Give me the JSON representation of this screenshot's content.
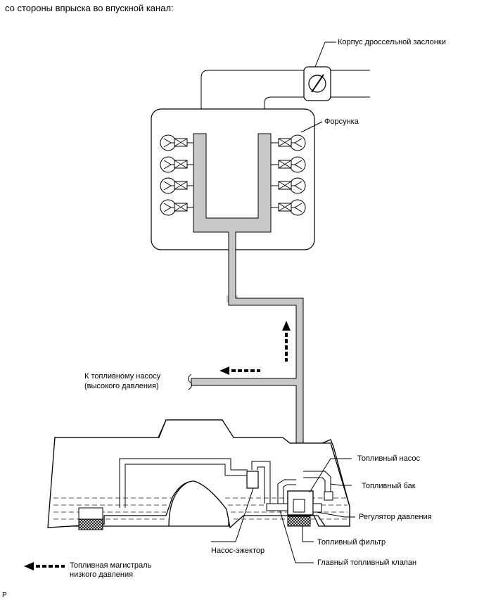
{
  "caption": "со стороны впрыска во впускной канал:",
  "labels": {
    "throttle_body": "Корпус дроссельной заслонки",
    "injector": "Форсунка",
    "to_hp_pump_line1": "К топливному насосу",
    "to_hp_pump_line2": "(высокого давления)",
    "fuel_pump": "Топливный насос",
    "fuel_tank": "Топливный бак",
    "pressure_regulator": "Регулятор давления",
    "fuel_filter": "Топливный фильтр",
    "main_fuel_valve": "Главный топливный клапан",
    "jet_pump": "Насос-эжектор",
    "legend_line1": "Топливная магистраль",
    "legend_line2": "низкого давления"
  },
  "footer": "P",
  "colors": {
    "line": "#000000",
    "fuel_line_fill": "#c8c8c8",
    "fuel_level": "#555555",
    "background": "#ffffff"
  },
  "icons": {
    "throttle": "throttle-valve-icon",
    "injector": "injector-icon",
    "filter": "crosshatch-filter-icon",
    "arrow": "dashed-arrow-icon"
  }
}
